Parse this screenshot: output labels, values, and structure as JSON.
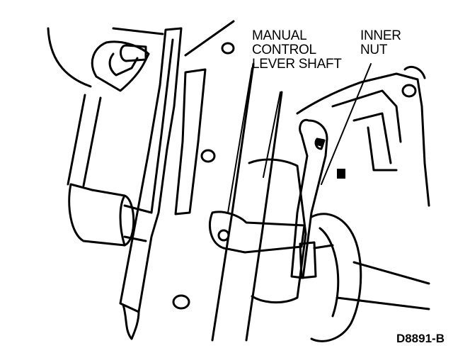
{
  "callouts": {
    "manual_control_lever_shaft": {
      "lines": [
        "MANUAL",
        "CONTROL",
        "LEVER SHAFT"
      ]
    },
    "inner_nut": {
      "lines": [
        "INNER",
        "NUT"
      ]
    }
  },
  "figure_id": "D8891-B",
  "colors": {
    "ink": "#000000",
    "paper": "#ffffff"
  }
}
